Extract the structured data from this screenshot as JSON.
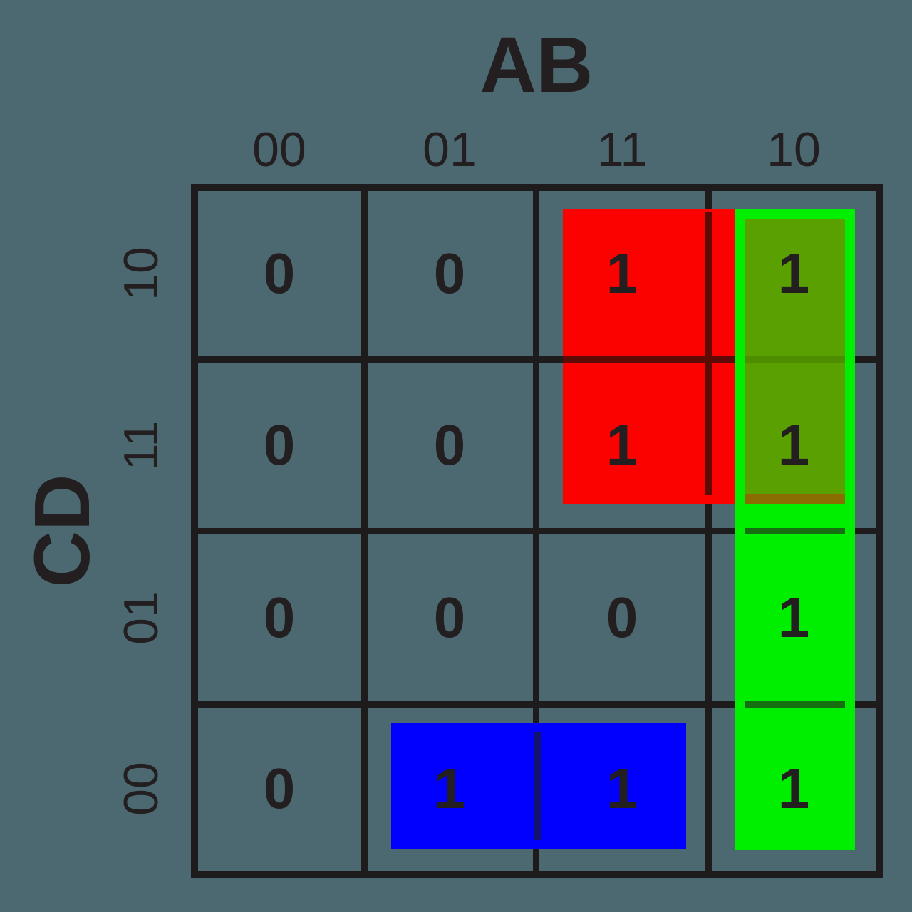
{
  "kmap": {
    "col_var_label": "AB",
    "row_var_label": "CD",
    "col_headers": [
      "00",
      "01",
      "11",
      "10"
    ],
    "row_headers": [
      "10",
      "11",
      "01",
      "00"
    ],
    "values": [
      [
        "0",
        "0",
        "1",
        "1"
      ],
      [
        "0",
        "0",
        "1",
        "1"
      ],
      [
        "0",
        "0",
        "0",
        "1"
      ],
      [
        "0",
        "1",
        "1",
        "1"
      ]
    ],
    "groups": [
      {
        "id": "red-group",
        "color": "#fb0100",
        "cells": [
          "AB=11,CD=10",
          "AB=11,CD=11"
        ]
      },
      {
        "id": "green-group",
        "color": "#00ee00",
        "cells": [
          "AB=10,CD=10",
          "AB=10,CD=11",
          "AB=10,CD=01",
          "AB=10,CD=00"
        ]
      },
      {
        "id": "blue-group",
        "color": "#0100fe",
        "cells": [
          "AB=01,CD=00",
          "AB=11,CD=00"
        ]
      }
    ],
    "colors": {
      "background": "#4c6971",
      "grid_line": "#1e1b1c",
      "text": "#231f20",
      "red_group": "#fb0100",
      "green_group": "#00ee00",
      "green_over_red_overlap": "#5aa000",
      "blue_group": "#0100fe"
    }
  }
}
